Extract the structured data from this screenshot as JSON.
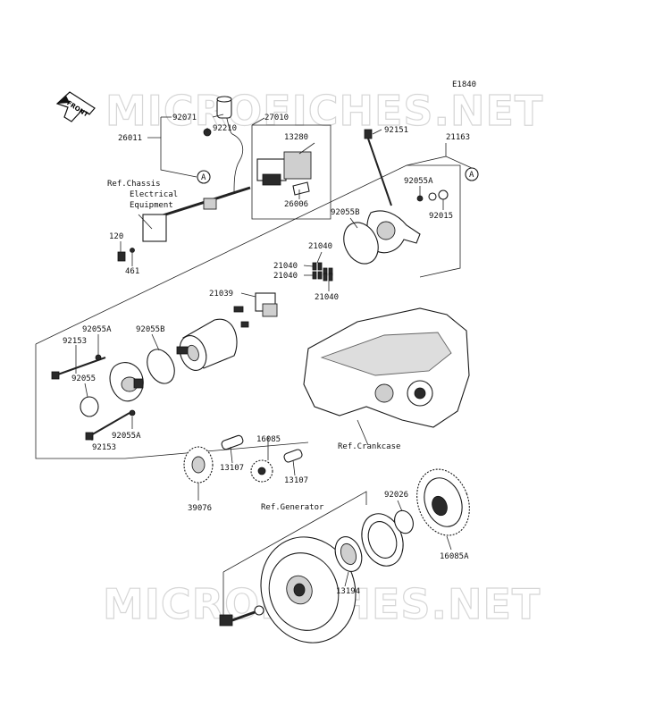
{
  "diagram_code": "E1840",
  "watermark": "MICROFICHES.NET",
  "front_badge": "FRONT",
  "refs": {
    "chassis": [
      "Ref.Chassis",
      "Electrical",
      "Equipment"
    ],
    "crankcase": "Ref.Crankcase",
    "generator": "Ref.Generator"
  },
  "callout_marker": "A",
  "parts": {
    "p92071": "92071",
    "p92210": "92210",
    "p26011": "26011",
    "p27010": "27010",
    "p13280": "13280",
    "p26006": "26006",
    "p120": "120",
    "p461": "461",
    "p92151": "92151",
    "p21163": "21163",
    "p92055A_top": "92055A",
    "p92015": "92015",
    "p92055B_top": "92055B",
    "p21040_a": "21040",
    "p21040_b": "21040",
    "p21040_c": "21040",
    "p21040_d": "21040",
    "p21039": "21039",
    "p92055A_left": "92055A",
    "p92055B_left": "92055B",
    "p92153_a": "92153",
    "p92055": "92055",
    "p92153_b": "92153",
    "p92055A_bot": "92055A",
    "p16085": "16085",
    "p13107_a": "13107",
    "p13107_b": "13107",
    "p39076": "39076",
    "p92026": "92026",
    "p16085A": "16085A",
    "p13194": "13194"
  }
}
